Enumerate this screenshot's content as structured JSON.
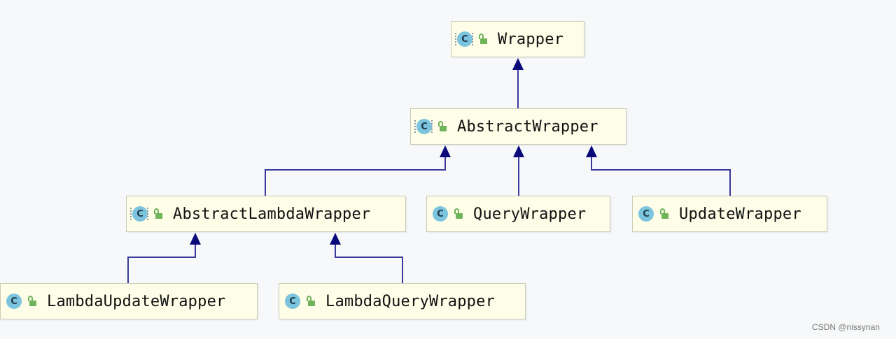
{
  "nodes": [
    {
      "id": "wrapper",
      "label": "Wrapper",
      "kind": "abstract"
    },
    {
      "id": "abstract-wrapper",
      "label": "AbstractWrapper",
      "kind": "abstract"
    },
    {
      "id": "abstract-lambda-wrapper",
      "label": "AbstractLambdaWrapper",
      "kind": "abstract"
    },
    {
      "id": "query-wrapper",
      "label": "QueryWrapper",
      "kind": "class"
    },
    {
      "id": "update-wrapper",
      "label": "UpdateWrapper",
      "kind": "class"
    },
    {
      "id": "lambda-update-wrapper",
      "label": "LambdaUpdateWrapper",
      "kind": "class"
    },
    {
      "id": "lambda-query-wrapper",
      "label": "LambdaQueryWrapper",
      "kind": "class"
    }
  ],
  "edges": [
    {
      "from": "abstract-wrapper",
      "to": "wrapper"
    },
    {
      "from": "abstract-lambda-wrapper",
      "to": "abstract-wrapper"
    },
    {
      "from": "query-wrapper",
      "to": "abstract-wrapper"
    },
    {
      "from": "update-wrapper",
      "to": "abstract-wrapper"
    },
    {
      "from": "lambda-update-wrapper",
      "to": "abstract-lambda-wrapper"
    },
    {
      "from": "lambda-query-wrapper",
      "to": "abstract-lambda-wrapper"
    }
  ],
  "badge_letter": "C",
  "colors": {
    "node_fill": "#fdfde8",
    "node_border": "#c9cbb8",
    "edge": "#3b3b9e",
    "arrowhead": "#0a0a7a",
    "badge": "#7cc3dd",
    "lock": "#6fb35a"
  },
  "watermark": "CSDN @nissynan"
}
